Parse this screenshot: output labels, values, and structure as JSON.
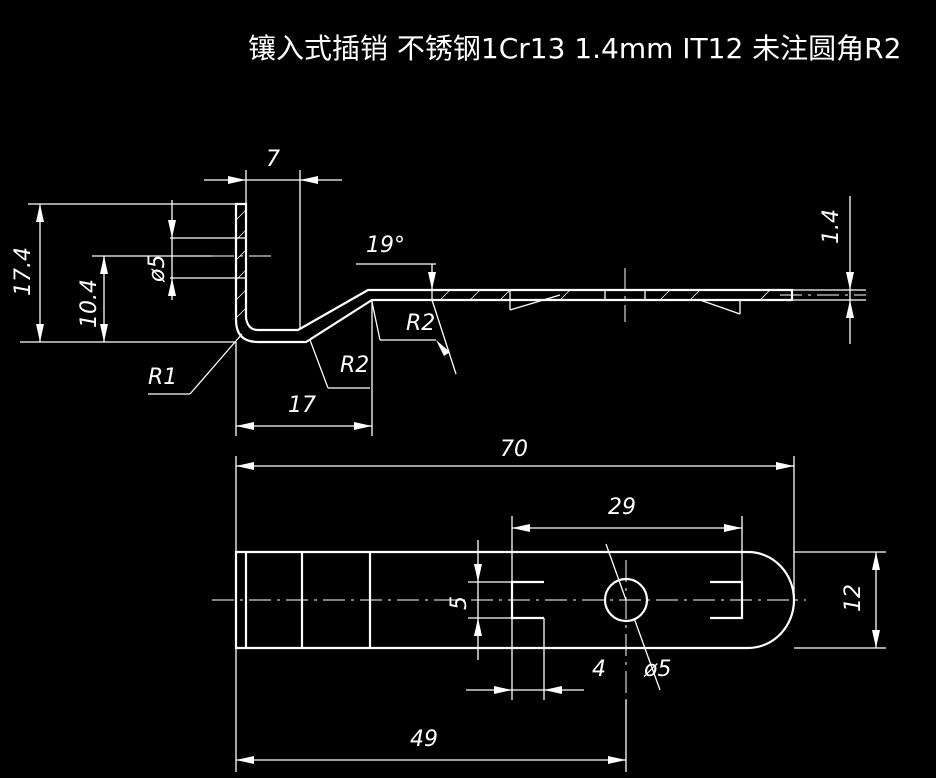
{
  "title": "镶入式插销   不锈钢1Cr13    1.4mm   IT12  未注圆角R2",
  "side_view": {
    "dim_7": "7",
    "dim_17_4": "17.4",
    "dim_10_4": "10.4",
    "dim_phi5": "ø5",
    "angle_19": "19°",
    "radius_R1": "R1",
    "radius_R2_a": "R2",
    "radius_R2_b": "R2",
    "dim_17": "17",
    "dim_1_4": "1.4"
  },
  "top_view": {
    "dim_70": "70",
    "dim_29": "29",
    "dim_12": "12",
    "dim_5": "5",
    "dim_4": "4",
    "dim_phi5": "ø5",
    "dim_49": "49"
  }
}
